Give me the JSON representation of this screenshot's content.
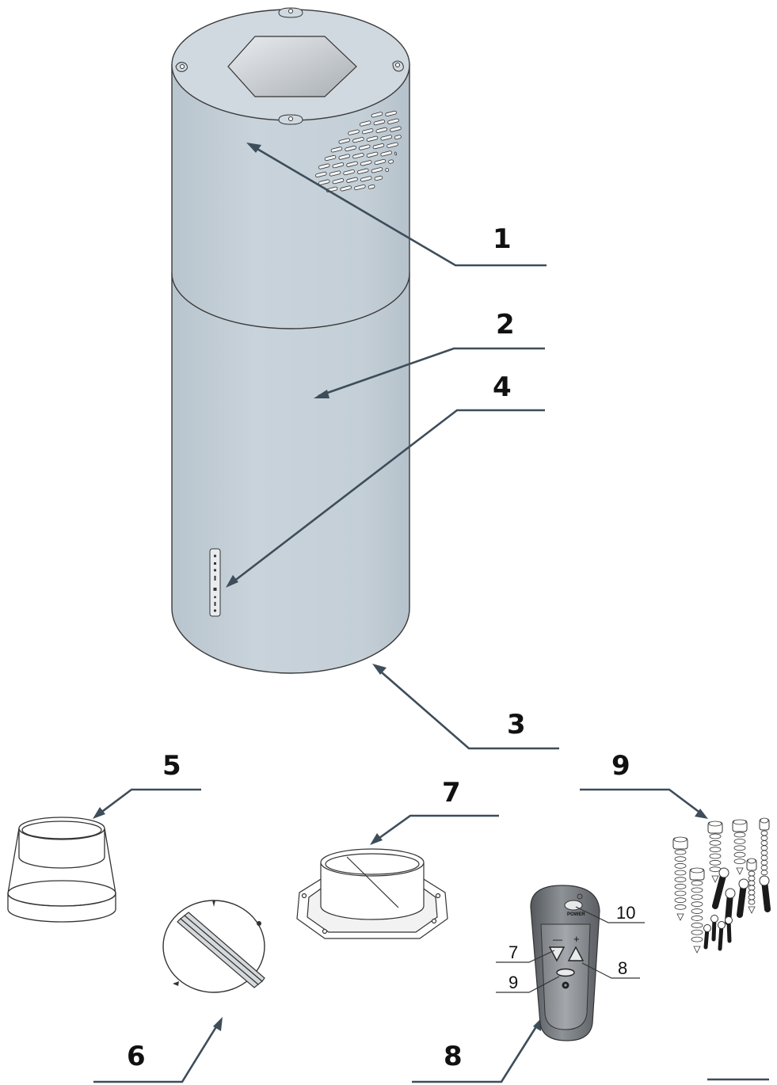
{
  "colors": {
    "body": "#c6d1d9",
    "body_shade": "#b4c0c9",
    "top_face": "#d3dbe1",
    "outline": "#3a3a3a",
    "leader": "#3d4d5a",
    "remote_dark": "#6b6f73",
    "remote_panel": "#9a9ea2"
  },
  "callouts": {
    "c1": "1",
    "c2": "2",
    "c3": "3",
    "c4": "4",
    "c5": "5",
    "c6": "6",
    "c7": "7",
    "c8": "8",
    "c9": "9"
  },
  "remote": {
    "power_text": "POWER",
    "minus": "—",
    "plus": "+",
    "callout_10": "10",
    "callout_7": "7",
    "callout_8": "8",
    "callout_9": "9"
  },
  "parts": [
    {
      "id": "1",
      "name": "hood-upper-chimney",
      "icon": "cylinder-upper"
    },
    {
      "id": "2",
      "name": "hood-lower-body",
      "icon": "cylinder-lower"
    },
    {
      "id": "3",
      "name": "hood-bottom",
      "icon": "cylinder-base"
    },
    {
      "id": "4",
      "name": "control-panel",
      "icon": "control-strip"
    },
    {
      "id": "5",
      "name": "duct-reducer",
      "icon": "reducer-ring"
    },
    {
      "id": "6",
      "name": "round-filter",
      "icon": "disc-filter"
    },
    {
      "id": "7",
      "name": "duct-flange",
      "icon": "flange-adapter"
    },
    {
      "id": "8",
      "name": "remote-control",
      "icon": "remote"
    },
    {
      "id": "9",
      "name": "screws-and-plugs",
      "icon": "screws"
    }
  ]
}
